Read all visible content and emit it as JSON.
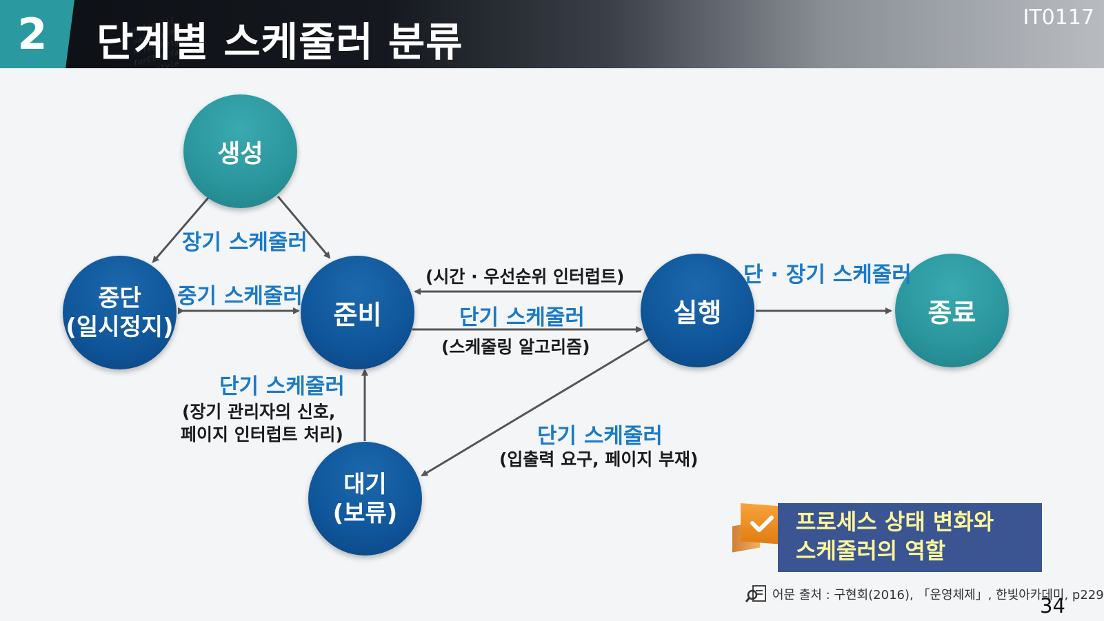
{
  "header": {
    "section_number": "2",
    "title": "단계별 스케줄러 분류",
    "code": "IT0117",
    "background_code_text": "function(){\n  var style\n  offsetHeigh\n  forElem.fal\n  hsty.style\n  offsetWidth"
  },
  "nodes": {
    "create": "생성",
    "suspend_line1": "중단",
    "suspend_line2": "(일시정지)",
    "ready": "준비",
    "running": "실행",
    "terminate": "종료",
    "wait_line1": "대기",
    "wait_line2": "(보류)"
  },
  "labels": {
    "long_term": "장기 스케줄러",
    "mid_term": "중기 스케줄러",
    "interrupt": "(시간 · 우선순위 인터럽트)",
    "short_term_dispatch": "단기 스케줄러",
    "algorithm": "(스케줄링 알고리즘)",
    "short_long": "단 · 장기 스케줄러",
    "short_term_wakeup": "단기 스케줄러",
    "wakeup_reason_line1": "(장기 관리자의 신호,",
    "wakeup_reason_line2": "페이지 인터럽트 처리)",
    "short_term_block": "단기 스케줄러",
    "block_reason": "(입출력 요구, 페이지 부재)"
  },
  "callout": {
    "line1": "프로세스 상태 변화와",
    "line2": "스케줄러의 역할"
  },
  "source": "어문 출처 : 구현회(2016), 「운영체제」, 한빛아카데미, p229.",
  "page_number": "34",
  "colors": {
    "teal_node": "#2a959c",
    "blue_node": "#0f5599",
    "label_blue": "#1a7ac6",
    "callout_bg": "#3a5592",
    "callout_text": "#fff59a",
    "tab_orange": "#f29a2e"
  }
}
